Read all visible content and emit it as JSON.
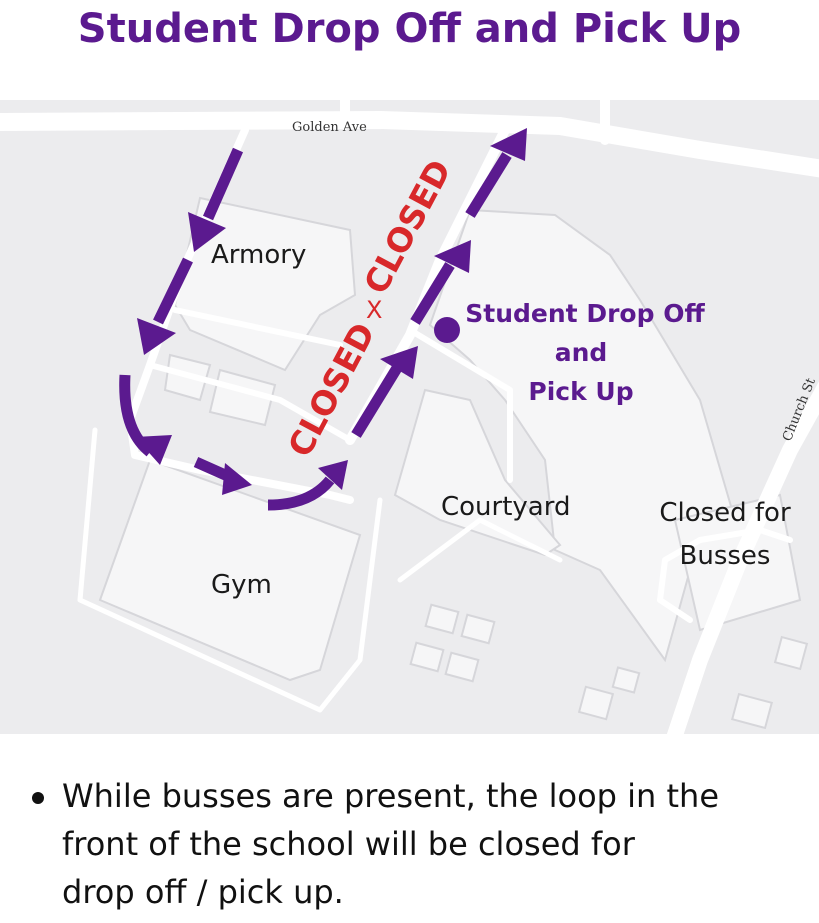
{
  "title": "Student Drop Off and Pick Up",
  "map": {
    "streets": {
      "golden_ave": "Golden Ave",
      "church_st": "Church St"
    },
    "buildings": {
      "armory": "Armory",
      "gym": "Gym",
      "courtyard": "Courtyard",
      "busses_line1": "Closed for",
      "busses_line2": "Busses"
    },
    "closed_label": "CLOSED",
    "closure_mark": "X",
    "dropoff": {
      "line1": "Student Drop Off",
      "line2": "and",
      "line3": "Pick Up"
    },
    "colors": {
      "route": "#5b1a8f",
      "closed": "#d8282a",
      "background": "#ececee",
      "road": "#ffffff"
    }
  },
  "notes": [
    {
      "line1": "While busses are present, the loop in the",
      "line2": "front of the school will be closed for",
      "line3": "drop off / pick up."
    }
  ]
}
